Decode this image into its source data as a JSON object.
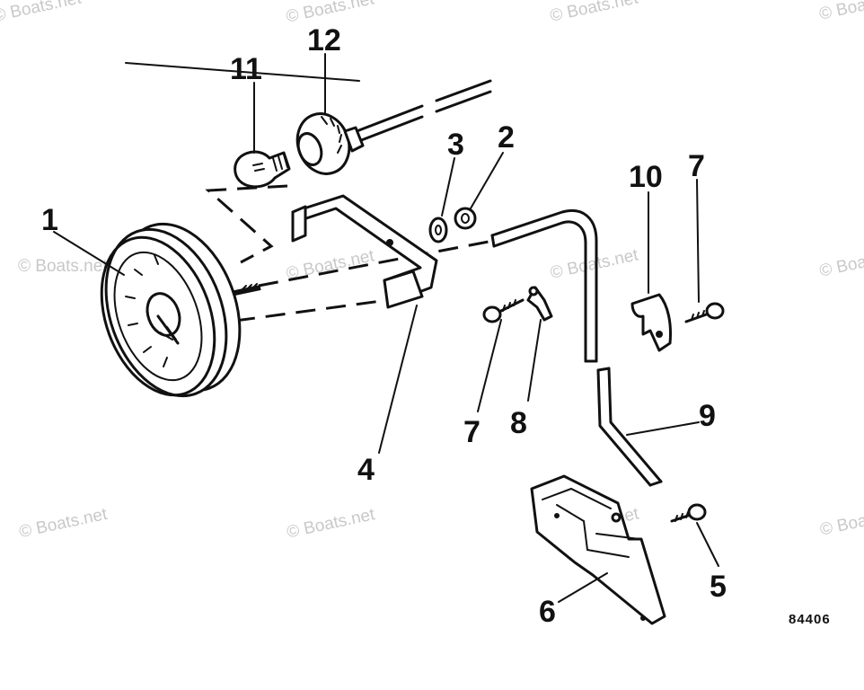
{
  "callouts": {
    "c1": "1",
    "c2": "2",
    "c3": "3",
    "c4": "4",
    "c5": "5",
    "c6": "6",
    "c7a": "7",
    "c7b": "7",
    "c8": "8",
    "c9": "9",
    "c10": "10",
    "c11": "11",
    "c12": "12"
  },
  "figure_code": "84406",
  "watermark": "© Boats.net",
  "colors": {
    "ink": "#111111",
    "background": "#ffffff",
    "watermark": "#9c9c9c"
  }
}
